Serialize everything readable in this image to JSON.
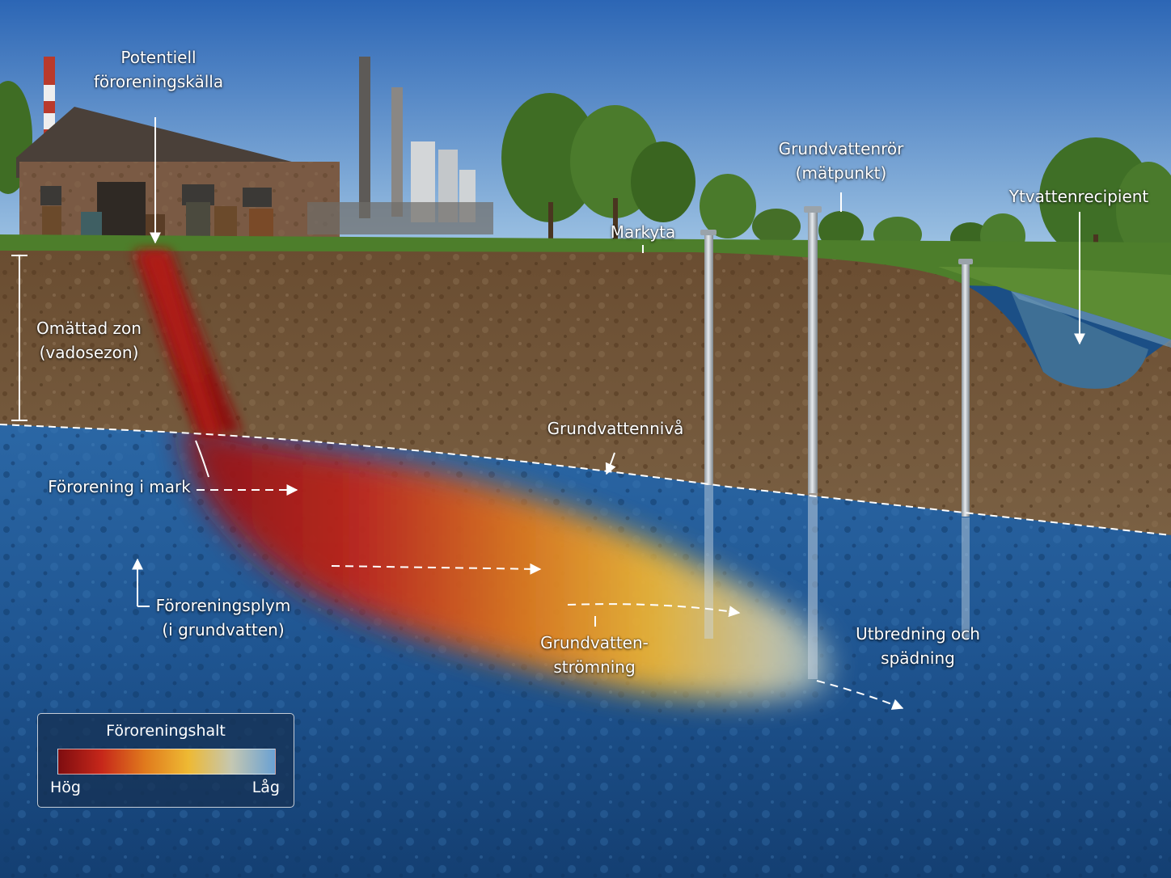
{
  "labels": {
    "source": [
      "Potentiell",
      "föroreningskälla"
    ],
    "well": [
      "Grundvattenrör",
      "(mätpunkt)"
    ],
    "surface_water": "Ytvattenrecipient",
    "ground_surface": "Markyta",
    "vadose_zone": [
      "Omättad zon",
      "(vadosezon)"
    ],
    "water_table": "Grundvattennivå",
    "soil_contamination": "Förorening i mark",
    "plume": [
      "Föroreningsplym",
      "(i grundvatten)"
    ],
    "groundwater_flow": [
      "Grundvatten-",
      "strömning"
    ],
    "dispersion": [
      "Utbredning och",
      "spädning"
    ]
  },
  "legend": {
    "title": "Föroreningshalt",
    "high": "Hög",
    "low": "Låg",
    "colors": [
      "#7e0d10",
      "#c6271a",
      "#e07a1d",
      "#eeb933",
      "#c4c7b2",
      "#6aa1d3"
    ]
  },
  "colors": {
    "sky_top": "#2c66b5",
    "sky_bottom": "#a9cce8",
    "soil": "#6d5236",
    "groundwater": "#1f5591",
    "grass": "#4d7e2b"
  }
}
